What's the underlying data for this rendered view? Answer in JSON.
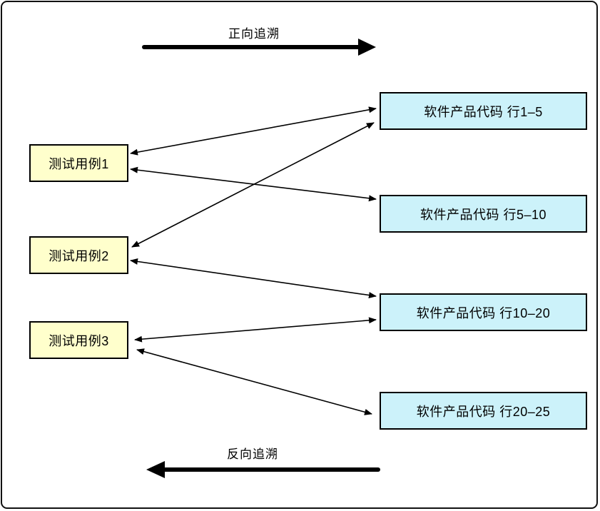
{
  "diagram": {
    "forward_arrow_label": "正向追溯",
    "backward_arrow_label": "反向追溯",
    "test_cases": [
      {
        "label": "测试用例1"
      },
      {
        "label": "测试用例2"
      },
      {
        "label": "测试用例3"
      }
    ],
    "code_blocks": [
      {
        "label": "软件产品代码 行1–5"
      },
      {
        "label": "软件产品代码 行5–10"
      },
      {
        "label": "软件产品代码 行10–20"
      },
      {
        "label": "软件产品代码 行20–25"
      }
    ],
    "connections": [
      {
        "from": "测试用例1",
        "to": "软件产品代码 行1–5",
        "bidirectional": true
      },
      {
        "from": "测试用例1",
        "to": "软件产品代码 行5–10",
        "bidirectional": true
      },
      {
        "from": "测试用例2",
        "to": "软件产品代码 行1–5",
        "bidirectional": true
      },
      {
        "from": "测试用例2",
        "to": "软件产品代码 行10–20",
        "bidirectional": true
      },
      {
        "from": "测试用例3",
        "to": "软件产品代码 行10–20",
        "bidirectional": true
      },
      {
        "from": "测试用例3",
        "to": "软件产品代码 行20–25",
        "bidirectional": true
      }
    ],
    "colors": {
      "test_case_fill": "#FFFFCC",
      "code_block_fill": "#CCF2FA",
      "node_border": "#000000",
      "arrow": "#000000"
    }
  }
}
